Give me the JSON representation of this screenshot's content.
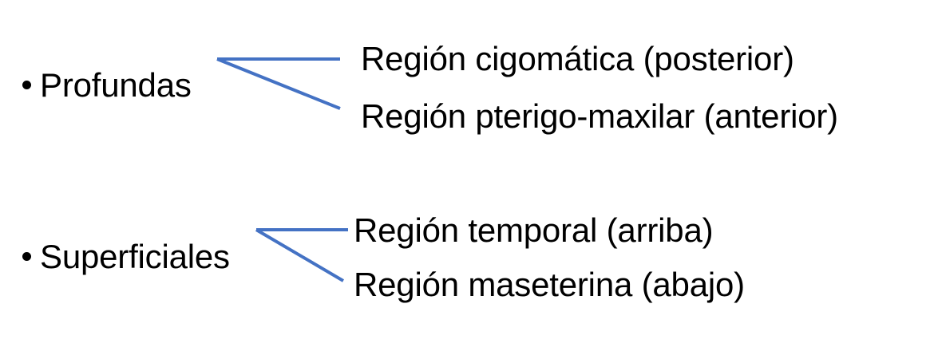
{
  "slide": {
    "background_color": "#ffffff",
    "text_color": "#000000",
    "connector_color": "#4472C4",
    "groups": [
      {
        "id": "profundas",
        "bullet_label": "Profundas",
        "bullet_glyph": "bullet-dot",
        "connector": "fork-two-branch",
        "leaves": [
          {
            "label": "Región cigomática (posterior)"
          },
          {
            "label": "Región pterigo-maxilar (anterior)"
          }
        ]
      },
      {
        "id": "superficiales",
        "bullet_label": "Superficiales",
        "bullet_glyph": "bullet-dot",
        "connector": "fork-two-branch",
        "leaves": [
          {
            "label": "Región temporal (arriba)"
          },
          {
            "label": "Región maseterina (abajo)"
          }
        ]
      }
    ]
  }
}
